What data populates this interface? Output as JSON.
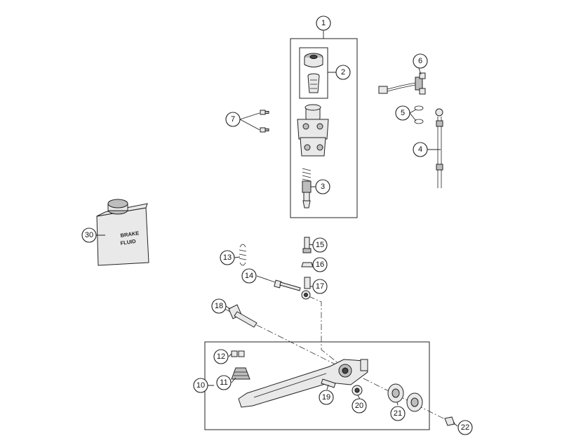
{
  "callouts": [
    "1",
    "2",
    "3",
    "4",
    "5",
    "6",
    "7",
    "10",
    "11",
    "12",
    "13",
    "14",
    "15",
    "16",
    "17",
    "18",
    "19",
    "20",
    "21",
    "22",
    "30"
  ],
  "brake_fluid_can": {
    "line1": "BRAKE",
    "line2": "FLUID"
  }
}
